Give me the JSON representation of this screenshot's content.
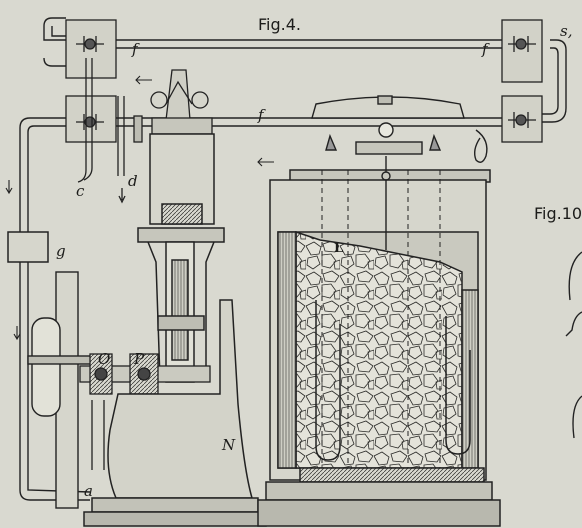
{
  "figure": {
    "title": "Fig.4.",
    "side_figure_title": "Fig.10",
    "corner_text": "s,"
  },
  "labels": {
    "pipe_top_left": "f",
    "pipe_top_right": "f",
    "pipe_middle": "f",
    "outlet_c": "c",
    "outlet_d": "d",
    "box_g": "g",
    "valve_o": "O",
    "valve_p": "P",
    "base_n": "N",
    "flywheel_a": "a",
    "tank_l": "L"
  }
}
